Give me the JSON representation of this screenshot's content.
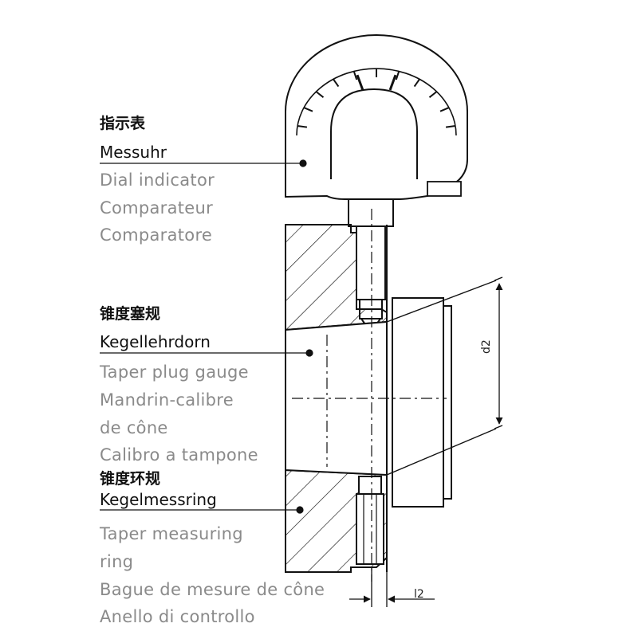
{
  "labels": {
    "dial": {
      "cn": "指示表",
      "de": "Messuhr",
      "en": "Dial indicator",
      "fr": "Comparateur",
      "it": "Comparatore"
    },
    "plug": {
      "cn": "锥度塞规",
      "de": "Kegellehrdorn",
      "en": "Taper plug gauge",
      "fr1": "Mandrin-calibre",
      "fr2": "de cône",
      "it": "Calibro a tampone"
    },
    "ring": {
      "cn": "锥度环规",
      "de": "Kegelmessring",
      "en1": "Taper measuring",
      "en2": "ring",
      "fr": "Bague de mesure de cône",
      "it": "Anello di controllo"
    }
  },
  "dimensions": {
    "d2": "d2",
    "l2": "l2"
  }
}
